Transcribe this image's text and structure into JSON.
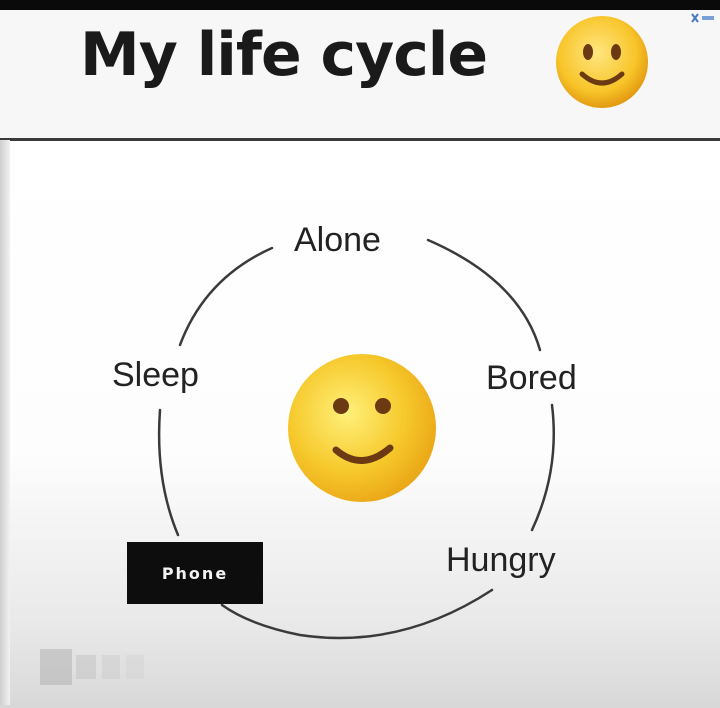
{
  "title": "My life cycle",
  "title_emoji_icon": "slightly-smiling-face-icon",
  "center_emoji_icon": "smiling-face-icon",
  "cycle": {
    "alone": "Alone",
    "bored": "Bored",
    "hungry": "Hungry",
    "phone": "Phone",
    "sleep": "Sleep"
  },
  "colors": {
    "emoji_yellow": "#f6c92c",
    "emoji_features": "#6b3a12",
    "phone_box": "#0d0d0d",
    "text": "#222222"
  }
}
